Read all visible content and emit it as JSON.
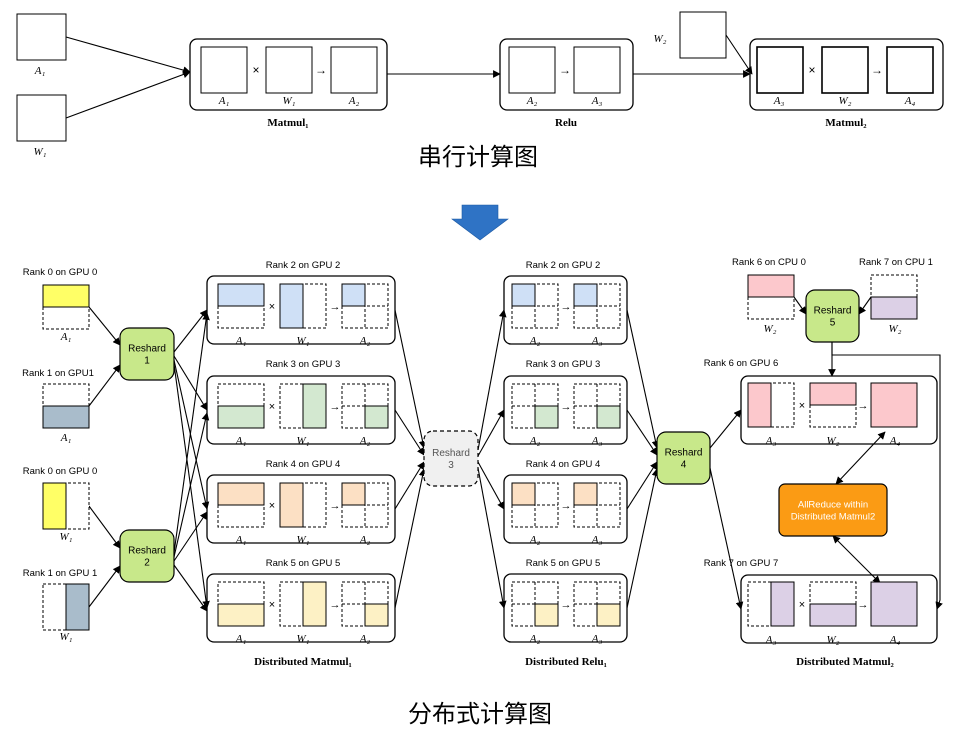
{
  "serial": {
    "title": "串行计算图",
    "inputs": {
      "a1": "A₁",
      "w1": "W₁",
      "w2": "W₂"
    },
    "matmul1": {
      "label": "Matmul₁",
      "m1": "A₁",
      "m2": "W₁",
      "m3": "A₂"
    },
    "relu": {
      "label": "Relu",
      "m1": "A₂",
      "m2": "A₃"
    },
    "matmul2": {
      "label": "Matmul₂",
      "m1": "A₃",
      "m2": "W₂",
      "m3": "A₄"
    },
    "times": "×",
    "arrow": "→"
  },
  "distributed": {
    "title": "分布式计算图",
    "inputs": [
      {
        "rank": "Rank 0 on GPU 0",
        "label": "A₁"
      },
      {
        "rank": "Rank 1 on GPU1",
        "label": "A₁"
      },
      {
        "rank": "Rank 0 on GPU 0",
        "label": "W₁"
      },
      {
        "rank": "Rank 1 on GPU 1",
        "label": "W₁"
      },
      {
        "rank": "Rank 6 on CPU 0",
        "label": "W₂"
      },
      {
        "rank": "Rank 7 on CPU 1",
        "label": "W₂"
      }
    ],
    "reshard": [
      "Reshard\n1",
      "Reshard\n2",
      "Reshard\n3",
      "Reshard\n4",
      "Reshard\n5"
    ],
    "matmul1": {
      "label": "Distributed Matmul₁",
      "ranks": [
        "Rank 2 on GPU 2",
        "Rank 3 on GPU 3",
        "Rank 4 on GPU 4",
        "Rank 5 on GPU 5"
      ],
      "m1": "A₁",
      "m2": "W₁",
      "m3": "A₂"
    },
    "relu": {
      "label": "Distributed Relu₁",
      "ranks": [
        "Rank 2 on GPU 2",
        "Rank 3 on GPU 3",
        "Rank 4 on GPU 4",
        "Rank 5 on GPU 5"
      ],
      "m1": "A₂",
      "m2": "A₃"
    },
    "matmul2": {
      "label": "Distributed Matmul₂",
      "ranks": [
        "Rank 6 on GPU 6",
        "Rank 7 on GPU 7"
      ],
      "m1": "A₃",
      "m2": "W₂",
      "m3": "A₄"
    },
    "allreduce": "AllReduce within\nDistributed Matmul2"
  },
  "colors": {
    "yellow": "#ffff66",
    "steel": "#a9bccb",
    "blue": "#cfe0f6",
    "green": "#d3e8d0",
    "peach": "#fce0c4",
    "cream": "#fdf1c5",
    "pink": "#fcc8cc",
    "lavender": "#dcd0e6",
    "reshard": "#c8e88a",
    "allreduce": "#fb9b14",
    "bigArrow": "#2f73c5"
  }
}
